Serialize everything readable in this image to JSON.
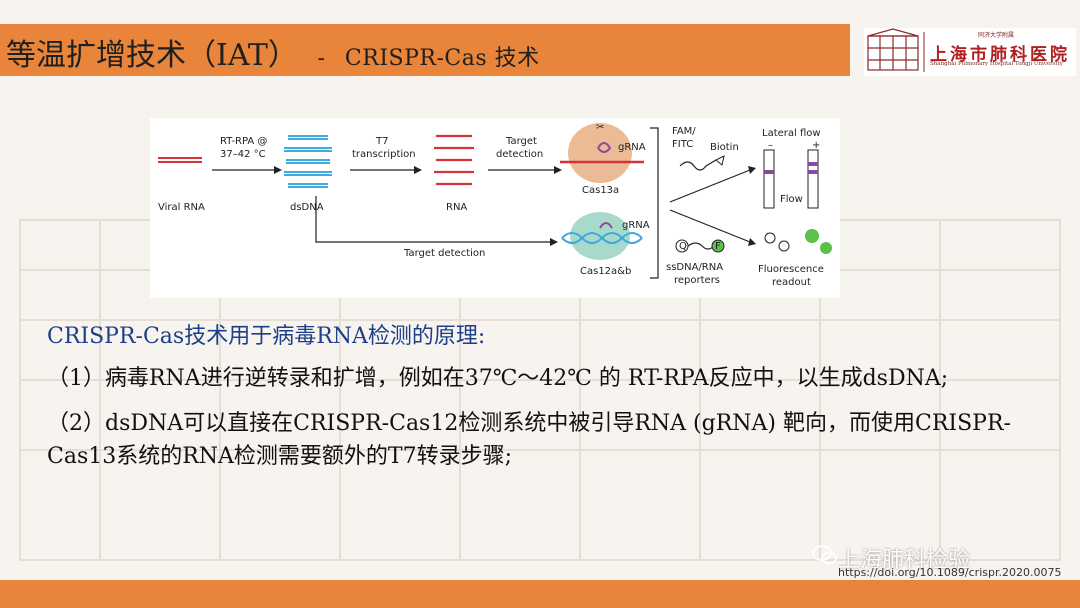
{
  "header": {
    "title": "等温扩增技术（IAT）",
    "title_sep": "-",
    "subtitle": "CRISPR-Cas 技术"
  },
  "logo": {
    "top_line": "同济大学附属",
    "name_cn": "上海市肺科医院",
    "name_en": "Shanghai Pulmonary Hospital Tongji University"
  },
  "diagram": {
    "viral_rna": "Viral RNA",
    "rt_rpa_1": "RT-RPA @",
    "rt_rpa_2": "37–42 °C",
    "dsdna": "dsDNA",
    "t7_1": "T7",
    "t7_2": "transcription",
    "rna": "RNA",
    "target_1": "Target",
    "target_2": "detection",
    "grna_top": "gRNA",
    "cas13a": "Cas13a",
    "fam_1": "FAM/",
    "fam_2": "FITC",
    "biotin": "Biotin",
    "lateral_flow": "Lateral flow",
    "minus": "–",
    "plus": "+",
    "flow": "Flow",
    "target_detection_bottom": "Target detection",
    "grna_bottom": "gRNA",
    "cas12": "Cas12a&b",
    "q_label": "Q",
    "f_label": "F",
    "ssdna_1": "ssDNA/RNA",
    "ssdna_2": "reporters",
    "fluor_1": "Fluorescence",
    "fluor_2": "readout"
  },
  "content": {
    "heading": "CRISPR-Cas技术用于病毒RNA检测的原理:",
    "para1": "（1）病毒RNA进行逆转录和扩增，例如在37℃～42℃ 的 RT-RPA反应中，以生成dsDNA;",
    "para2": "（2）dsDNA可以直接在CRISPR-Cas12检测系统中被引导RNA (gRNA) 靶向，而使用CRISPR-Cas13系统的RNA检测需要额外的T7转录步骤;"
  },
  "footer": {
    "watermark": "上海肺科检验",
    "doi": "https://doi.org/10.1089/crispr.2020.0075"
  },
  "colors": {
    "accent": "#e8853a",
    "heading_blue": "#1c3f8a",
    "rna_red": "#d6343b",
    "dna_blue": "#3fa9db",
    "cas_purple": "#8a4a9c"
  }
}
